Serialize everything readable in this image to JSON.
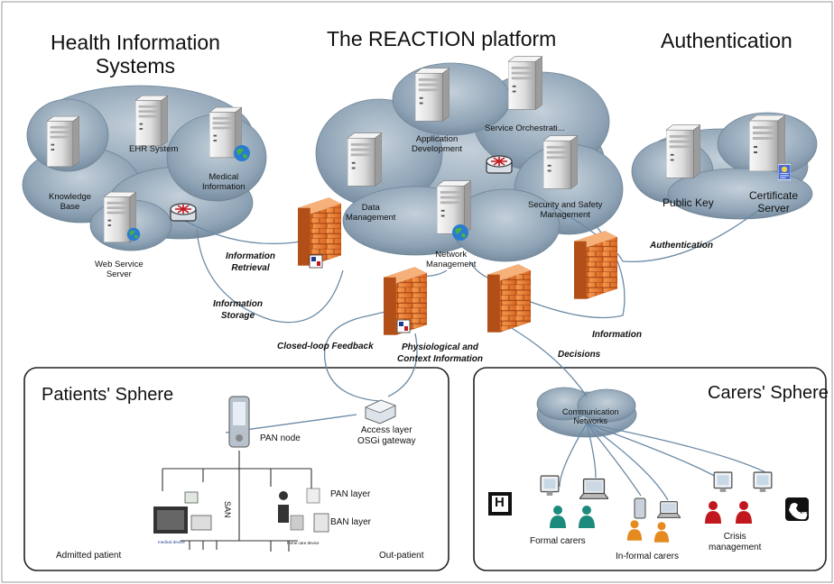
{
  "titles": {
    "his": "Health Information\nSystems",
    "platform": "The REACTION platform",
    "auth": "Authentication",
    "patients": "Patients' Sphere",
    "carers": "Carers' Sphere"
  },
  "his_nodes": {
    "knowledge": "Knowledge\nBase",
    "ehr": "EHR System",
    "medical": "Medical\nInformation",
    "webservice": "Web Service\nServer"
  },
  "platform_nodes": {
    "appdev": "Application\nDevelopment",
    "orchestration": "Service Orchestrati...",
    "data": "Data\nManagement",
    "network": "Network\nManagement",
    "security": "Security and Safety\nManagement"
  },
  "auth_nodes": {
    "publickey": "Public Key",
    "certificate": "Certificate\nServer"
  },
  "flows": {
    "retrieval": "Information\nRetrieval",
    "storage": "Information\nStorage",
    "authentication": "Authentication",
    "closed_loop": "Closed-loop Feedback",
    "physio": "Physiological and\nContext Information",
    "decisions": "Decisions",
    "information": "Information"
  },
  "patients": {
    "pan_node": "PAN node",
    "access": "Access layer\nOSGi gateway",
    "pan_layer": "PAN layer",
    "ban_layer": "BAN layer",
    "san": "SAN",
    "admitted": "Admitted patient",
    "out": "Out-patient",
    "dev1": "medical device",
    "dev2": "home care device"
  },
  "carers": {
    "comm": "Communication\nNetworks",
    "formal": "Formal carers",
    "informal": "In-formal carers",
    "crisis": "Crisis\nmanagement",
    "hospital": "H",
    "sos": "SOS"
  },
  "colors": {
    "cloud": "#8fa4b6",
    "firewall": "#e2742a",
    "firewall_dark": "#9a3d10",
    "server": "#e8e8e8",
    "link": "#6b8aa6",
    "formal_person": "#1c8a7c",
    "informal_person": "#e48a1e",
    "crisis_person": "#c0181e"
  }
}
